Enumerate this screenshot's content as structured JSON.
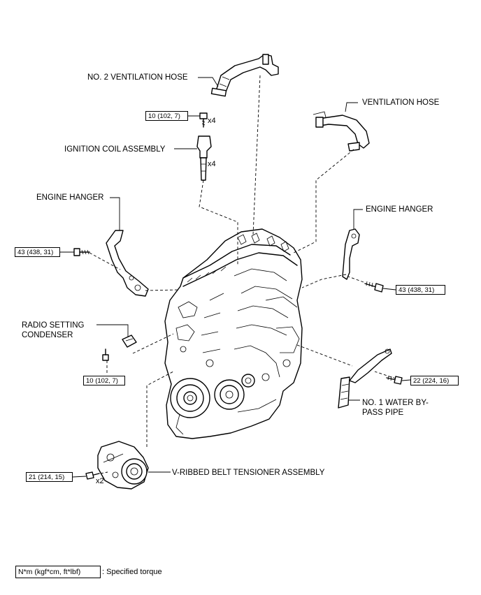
{
  "labels": {
    "no2_ventilation_hose": "NO. 2 VENTILATION HOSE",
    "ventilation_hose": "VENTILATION HOSE",
    "ignition_coil_assembly": "IGNITION COIL ASSEMBLY",
    "engine_hanger_left": "ENGINE HANGER",
    "engine_hanger_right": "ENGINE HANGER",
    "radio_setting_condenser_l1": "RADIO SETTING",
    "radio_setting_condenser_l2": "CONDENSER",
    "no1_water_bypass_pipe_l1": "NO. 1 WATER BY-",
    "no1_water_bypass_pipe_l2": "PASS PIPE",
    "vribbed_belt_tensioner": "V-RIBBED BELT TENSIONER ASSEMBLY"
  },
  "torques": {
    "ignition_coil_bolt": "10 (102, 7)",
    "engine_hanger_left_bolt": "43 (438, 31)",
    "engine_hanger_right_bolt": "43 (438, 31)",
    "condenser_bolt": "10 (102, 7)",
    "water_pipe_bolt": "22 (224, 16)",
    "tensioner_bolt": "21 (214, 15)"
  },
  "quantities": {
    "ignition_bolt_qty": "x4",
    "ignition_coil_qty": "x4",
    "tensioner_bolt_qty": "x2"
  },
  "legend": {
    "unit_box": "N*m (kgf*cm, ft*lbf)",
    "description": ": Specified torque"
  }
}
